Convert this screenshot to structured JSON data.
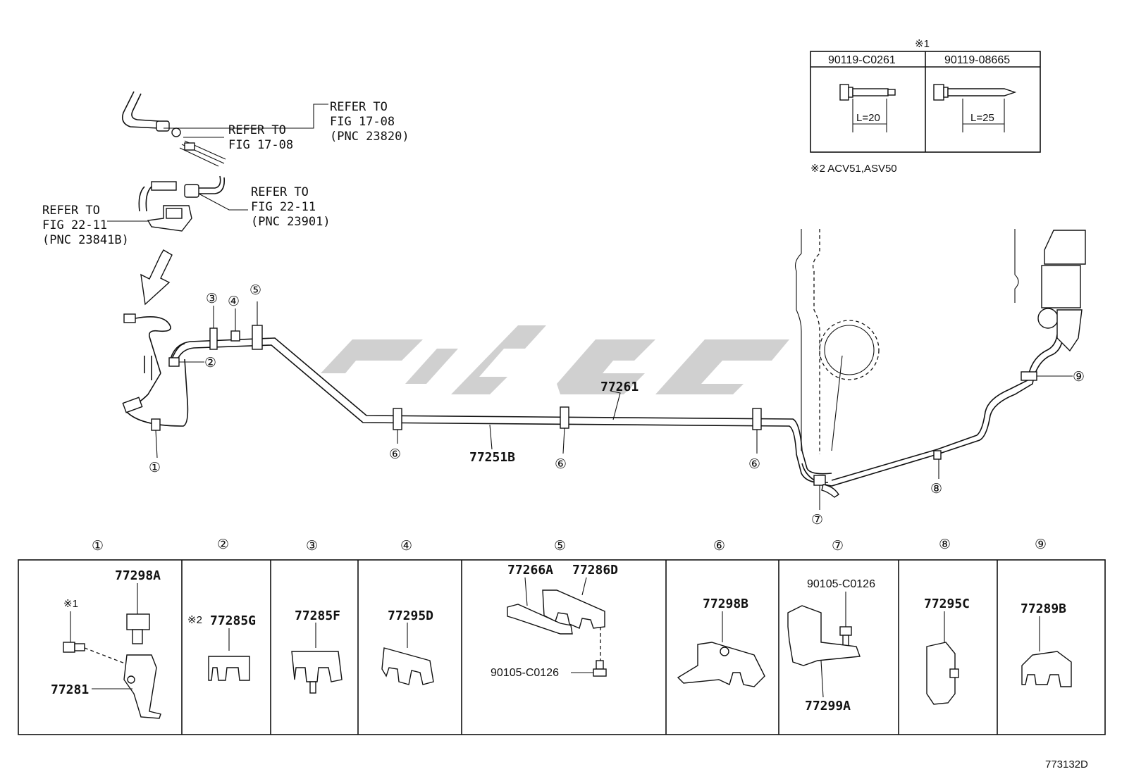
{
  "diagram_id": "773132D",
  "refs": {
    "ref_a": [
      "REFER TO",
      "FIG 17-08",
      "(PNC 23820)"
    ],
    "ref_b": [
      "REFER TO",
      "FIG 17-08"
    ],
    "ref_c": [
      "REFER TO",
      "FIG 22-11",
      "(PNC 23901)"
    ],
    "ref_d": [
      "REFER TO",
      "FIG 22-11",
      "(PNC 23841B)"
    ]
  },
  "bolt_table": {
    "title": "※1",
    "col1": {
      "part": "90119-C0261",
      "length": "L=20"
    },
    "col2": {
      "part": "90119-08665",
      "length": "L=25"
    }
  },
  "note2": "※2 ACV51,ASV50",
  "main_labels": {
    "tube_upper": "77261",
    "tube_lower": "77251B"
  },
  "callouts": [
    "①",
    "②",
    "③",
    "④",
    "⑤",
    "⑥",
    "⑥",
    "⑥",
    "⑦",
    "⑧",
    "⑨"
  ],
  "panels": [
    {
      "num": "①",
      "parts": [
        "77298A",
        "77281"
      ],
      "mark": "※1"
    },
    {
      "num": "②",
      "parts": [
        "77285G"
      ],
      "mark": "※2"
    },
    {
      "num": "③",
      "parts": [
        "77285F"
      ]
    },
    {
      "num": "④",
      "parts": [
        "77295D"
      ]
    },
    {
      "num": "⑤",
      "parts": [
        "77266A",
        "77286D",
        "90105-C0126"
      ]
    },
    {
      "num": "⑥",
      "parts": [
        "77298B"
      ]
    },
    {
      "num": "⑦",
      "parts": [
        "90105-C0126",
        "77299A"
      ]
    },
    {
      "num": "⑧",
      "parts": [
        "77295C"
      ]
    },
    {
      "num": "⑨",
      "parts": [
        "77289B"
      ]
    }
  ]
}
